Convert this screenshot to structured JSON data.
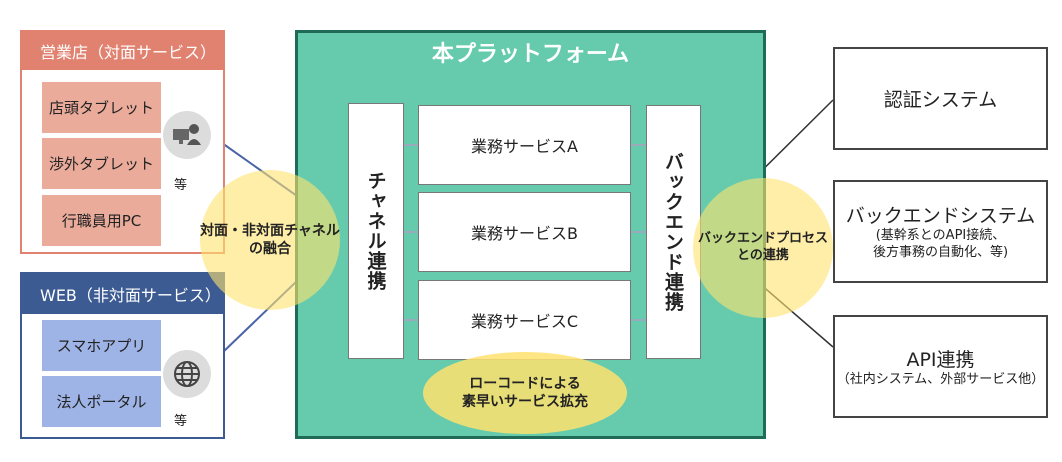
{
  "branch": {
    "title": "営業店（対面サービス）",
    "items": [
      "店頭タブレット",
      "渉外タブレット",
      "行職員用PC"
    ],
    "etc": "等",
    "icon": "pc-user-icon"
  },
  "web": {
    "title": "WEB（非対面サービス）",
    "items": [
      "スマホアプリ",
      "法人ポータル"
    ],
    "etc": "等",
    "icon": "globe-icon"
  },
  "fusion": {
    "line1": "対面・非対面チャネル",
    "line2": "の融合"
  },
  "platform": {
    "title": "本プラットフォーム",
    "channel": "チャネル連携",
    "services": [
      "業務サービスA",
      "業務サービスB",
      "業務サービスC"
    ],
    "backend": "バックエンド連携",
    "lowcode": {
      "line1": "ローコードによる",
      "line2": "素早いサービス拡充"
    }
  },
  "backend_process": {
    "line1": "バックエンドプロセス",
    "line2": "との連携"
  },
  "systems": [
    {
      "title": "認証システム",
      "sub": []
    },
    {
      "title": "バックエンドシステム",
      "sub": [
        "(基幹系とのAPI接続、",
        "後方事務の自動化、等)"
      ]
    },
    {
      "title": "API連携",
      "sub": [
        "（社内システム、外部サービス他）"
      ]
    }
  ],
  "colors": {
    "branch": "#e0826f",
    "branch_item": "#eaab9b",
    "web": "#3d5b93",
    "web_item": "#9fb4e6",
    "platform": "#66cbad",
    "platform_border": "#1f6b57",
    "highlight": "#ffe26e"
  }
}
